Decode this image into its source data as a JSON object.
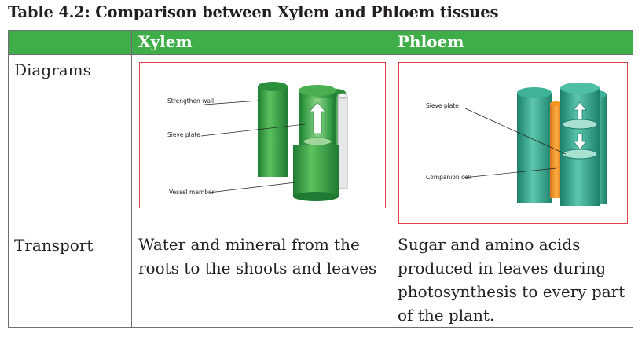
{
  "caption": "Table 4.2: Comparison between Xylem and Phloem tissues",
  "table": {
    "headers": [
      "",
      "Xylem",
      "Phloem"
    ],
    "rows": [
      {
        "label": "Diagrams"
      },
      {
        "label": "Transport",
        "xylem": "Water and mineral from the roots to the shoots and leaves",
        "phloem": "Sugar and amino acids produced in leaves during photosynthesis to every part of the plant."
      }
    ]
  },
  "xylem_diagram": {
    "labels": {
      "strengthen_wall": "Strengthen wall",
      "sieve_plate": "Sieve plate",
      "vessel_member": "Vessel member"
    }
  },
  "phloem_diagram": {
    "labels": {
      "sieve_plate": "Sieve plate",
      "companion_cell": "Companion cell"
    }
  },
  "colors": {
    "header_green": "#3fae49",
    "frame_red": "#d9414b",
    "xylem_green": "#3fae49",
    "phloem_teal": "#3fb29a",
    "companion_orange": "#f7941d"
  }
}
